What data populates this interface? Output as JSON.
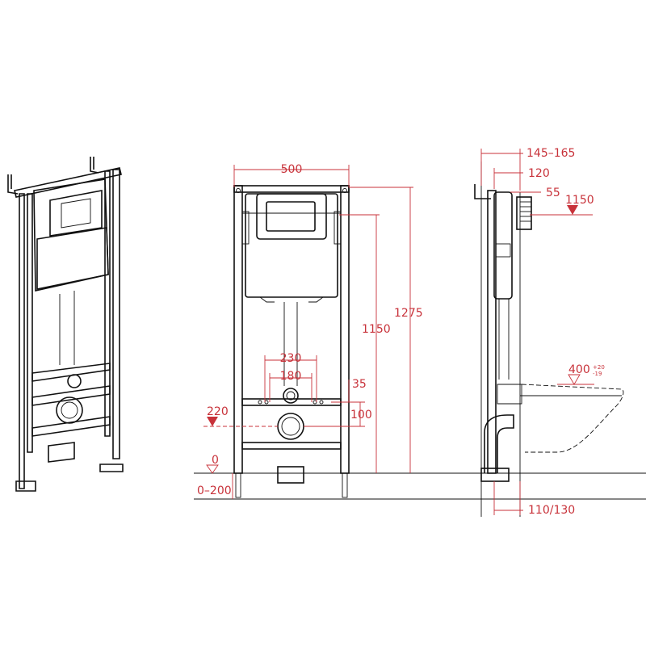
{
  "colors": {
    "dimension": "#c8323a",
    "drawing": "#111111",
    "background": "#ffffff"
  },
  "front_view": {
    "width_label": "500",
    "frame_height_label": "1275",
    "tank_height_label": "1150",
    "stud_outer_label": "230",
    "stud_inner_label": "180",
    "offset_label": "35",
    "drain_height_label": "100",
    "drain_level_label": "220",
    "floor_zero_label": "0",
    "floor_range_label": "0–200"
  },
  "side_view": {
    "depth_label": "145–165",
    "depth_inner_label": "120",
    "pipe_offset_label": "55",
    "flush_level_label": "1150",
    "bowl_height_label": "400",
    "bowl_tol_plus": "+20",
    "bowl_tol_minus": "-19",
    "bottom_offset_label": "110/130"
  }
}
